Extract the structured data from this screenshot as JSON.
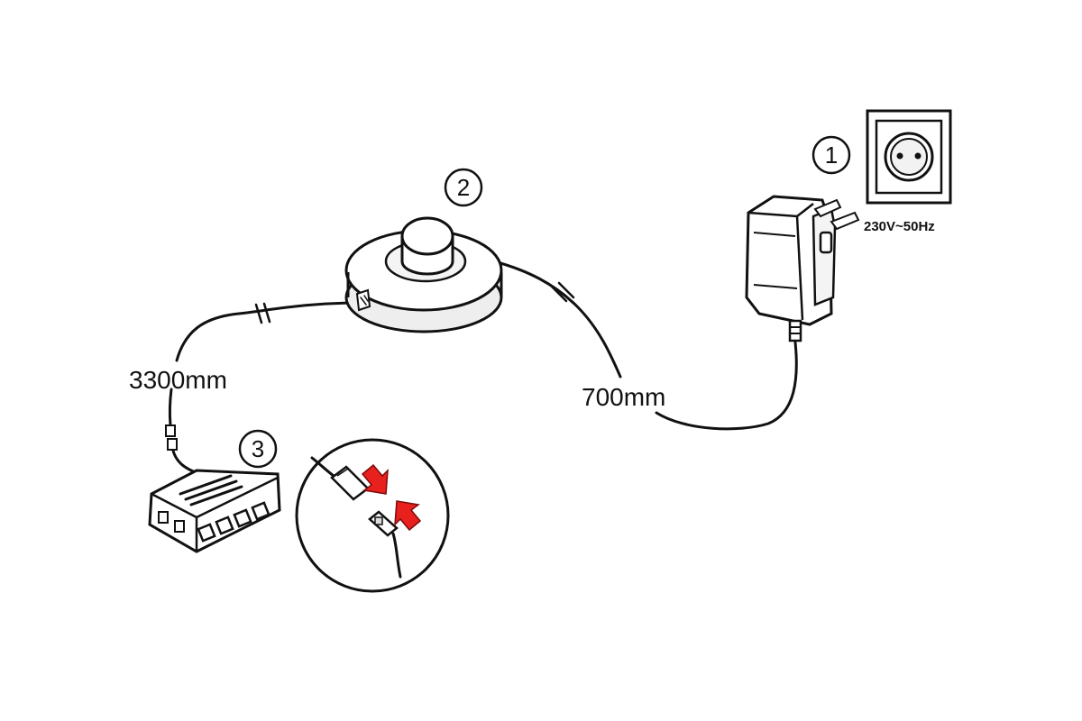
{
  "labels": {
    "step1": "1",
    "step2": "2",
    "step3": "3",
    "voltage": "230V~50Hz",
    "length_left": "3300mm",
    "length_right": "700mm"
  },
  "icons": {
    "outlet": "wall-socket-icon",
    "adapter": "power-adapter-icon",
    "switch": "foot-switch-icon",
    "distributor": "distributor-box-icon",
    "detail": "connector-detail-icon"
  },
  "colors": {
    "ink": "#111111",
    "arrow": "#e8201e",
    "shade": "#dcdcdc"
  }
}
